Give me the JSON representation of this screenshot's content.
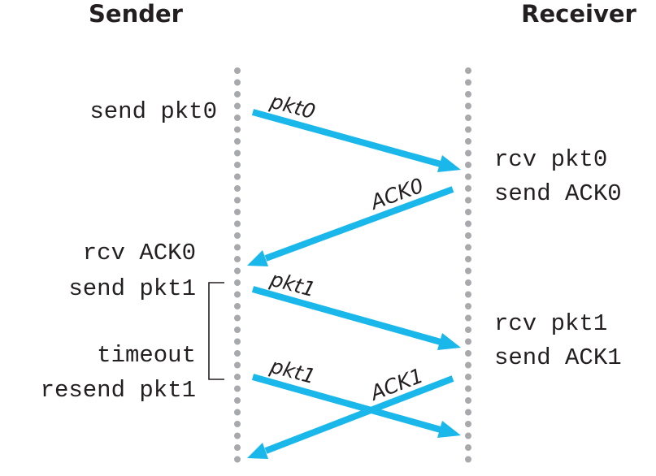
{
  "headers": {
    "sender": "Sender",
    "receiver": "Receiver"
  },
  "sender_events": {
    "send_pkt0": "send pkt0",
    "rcv_ack0": "rcv ACK0",
    "send_pkt1": "send pkt1",
    "timeout": "timeout",
    "resend_pkt1": "resend pkt1"
  },
  "receiver_events": {
    "rcv_pkt0": "rcv pkt0",
    "send_ack0": "send ACK0",
    "rcv_pkt1": "rcv pkt1",
    "send_ack1": "send ACK1"
  },
  "messages": {
    "pkt0": "pkt0",
    "ack0": "ACK0",
    "pkt1": "pkt1",
    "pkt1_resend": "pkt1",
    "ack1": "ACK1"
  },
  "colors": {
    "arrow": "#1ab7ea",
    "lifeline": "#a7a9ac",
    "text": "#231f20"
  }
}
